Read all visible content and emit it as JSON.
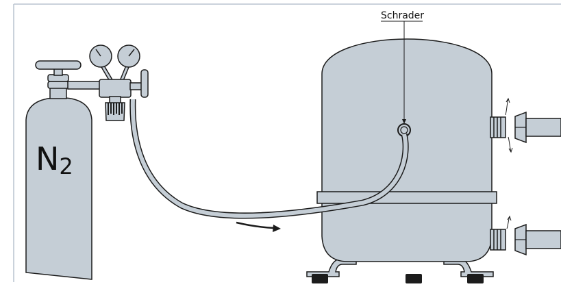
{
  "labels": {
    "valve": "Schrader",
    "gas_main": "N",
    "gas_sub": "2"
  },
  "colors": {
    "body_fill": "#c5ced6",
    "outline": "#1b1b1b",
    "frame": "#b9c3cf",
    "foot_dark": "#1c1c1c"
  },
  "icons": {
    "flow_arrow": "curved-arrow-icon",
    "motion_arrows": "double-arrow-icon"
  }
}
